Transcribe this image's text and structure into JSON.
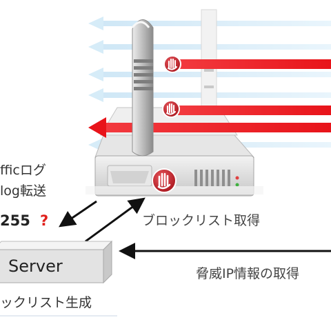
{
  "labels": {
    "traffic_log": "fficログ",
    "syslog_forward": "log転送",
    "ip_suffix": "255",
    "question_mark": "?",
    "blocklist_fetch": "ブロックリスト取得",
    "threat_ip_fetch": "脅威IP情報の取得",
    "server": "Server",
    "blocklist_generate": "ックリスト生成"
  },
  "colors": {
    "threat_arrow": "#e8141a",
    "allowed_arrow": "#d6ecf8",
    "stop_icon": "#c8202a",
    "question_mark": "#e0201b",
    "connector": "#111111"
  },
  "icons": [
    "firewall-tower-icon",
    "appliance-icon",
    "stop-hand-icon",
    "server-icon"
  ]
}
